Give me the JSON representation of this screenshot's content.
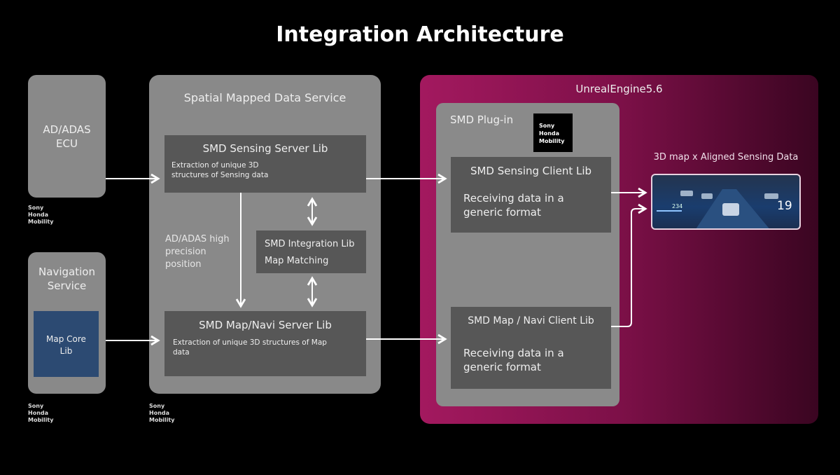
{
  "title": "Integration Architecture",
  "brand": "Sony Honda Mobility",
  "ad_adas_ecu": {
    "label": "AD/ADAS ECU",
    "brand": "Sony Honda Mobility"
  },
  "navigation_service": {
    "label": "Navigation Service",
    "map_core": "Map Core Lib",
    "brand": "Sony Honda Mobility"
  },
  "smds": {
    "label": "Spatial Mapped Data Service",
    "brand": "Sony Honda Mobility",
    "sensing_server": {
      "title": "SMD Sensing Server Lib",
      "desc": "Extraction of unique 3D structures of Sensing data"
    },
    "integration": {
      "title": "SMD Integration Lib",
      "desc": "Map Matching"
    },
    "map_server": {
      "title": "SMD Map/Navi Server Lib",
      "desc": "Extraction of unique 3D structures of Map data"
    },
    "position_label": "AD/ADAS high precision position"
  },
  "unreal": {
    "label": "UnrealEngine5.6",
    "plugin": {
      "label": "SMD Plug-in",
      "logo": "Sony Honda Mobility",
      "sensing_client": {
        "title": "SMD Sensing Client Lib",
        "desc": "Receiving data in a generic format"
      },
      "map_client": {
        "title": "SMD Map / Navi Client Lib",
        "desc": "Receiving data in a generic format"
      }
    },
    "output_label": "3D map x Aligned Sensing Data",
    "screen": {
      "range": "234",
      "speed": "19"
    }
  },
  "colors": {
    "background": "#000000",
    "panel": "#898989",
    "box": "#575757",
    "unreal": "#a3195f",
    "map_core": "#2c4a72"
  }
}
